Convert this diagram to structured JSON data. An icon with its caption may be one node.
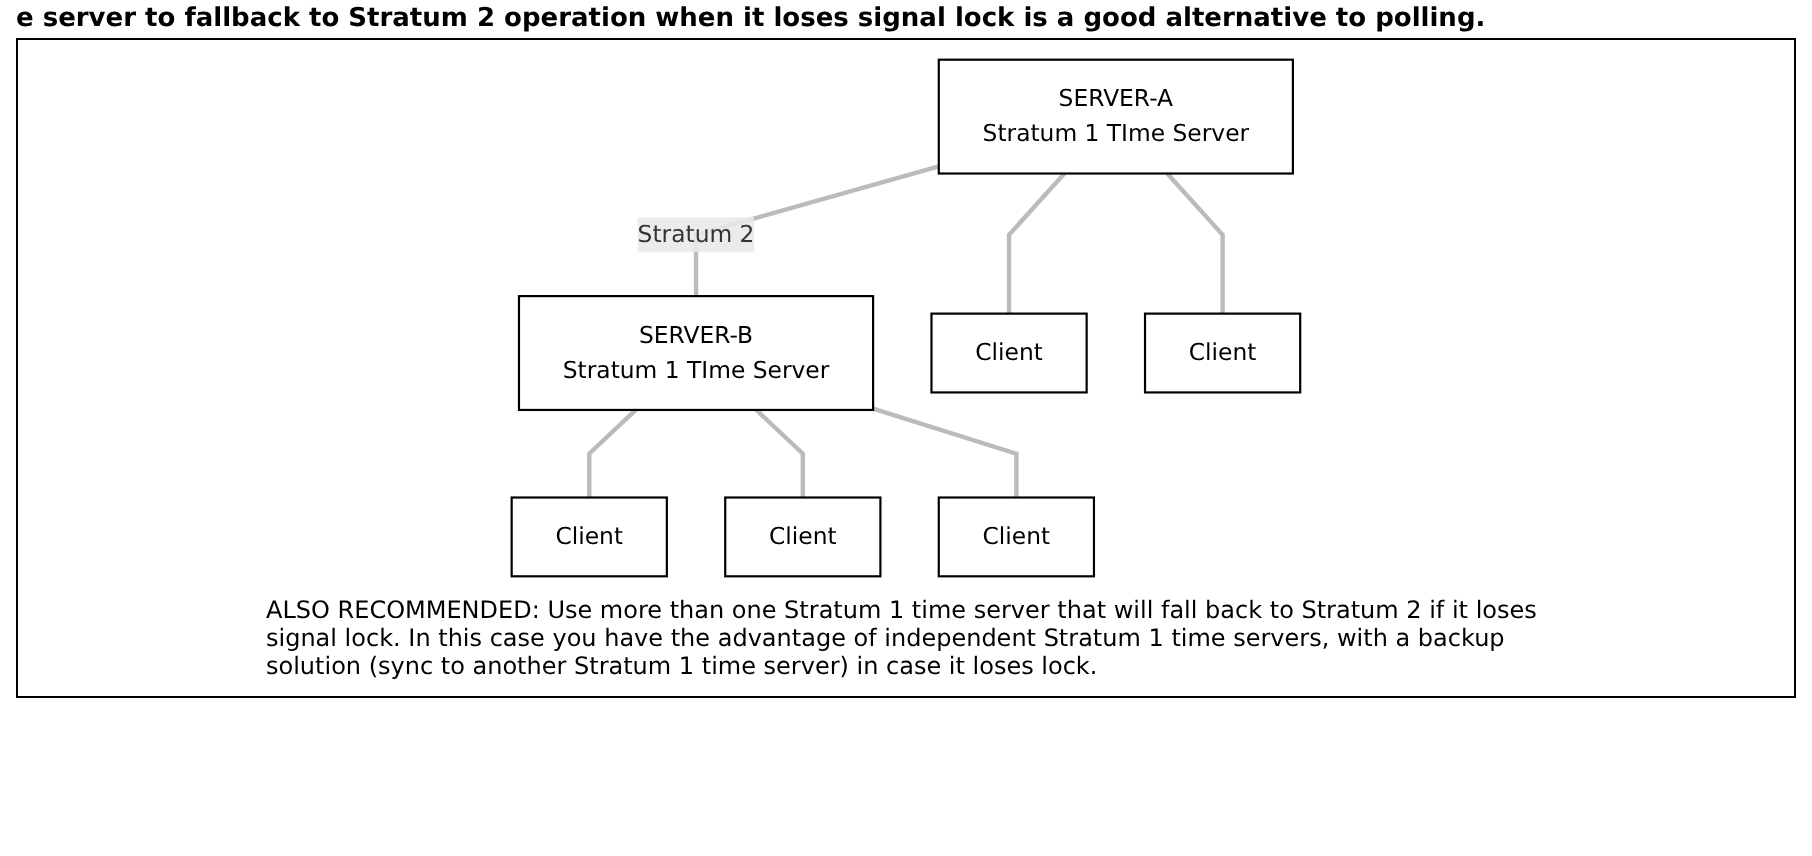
{
  "diagram": {
    "nodes": [
      {
        "text": [
          "SERVER-A",
          "Stratum 1 TIme Server"
        ]
      },
      {
        "text": [
          "SERVER-B",
          "Stratum 1 TIme Server"
        ]
      },
      {
        "text": [
          "Client"
        ]
      },
      {
        "text": [
          "Client"
        ]
      },
      {
        "text": [
          "Client"
        ]
      },
      {
        "text": [
          "Client"
        ]
      },
      {
        "text": [
          "Client"
        ]
      }
    ],
    "edges": [
      {
        "from": 0,
        "to": 1,
        "arrow": "none",
        "label": "Stratum 2"
      },
      {
        "from": 0,
        "to": 2,
        "arrow": "none"
      },
      {
        "from": 0,
        "to": 3,
        "arrow": "none"
      },
      {
        "from": 1,
        "to": 4,
        "arrow": "none"
      },
      {
        "from": 1,
        "to": 5,
        "arrow": "none"
      },
      {
        "from": 1,
        "to": 6,
        "arrow": "none"
      }
    ],
    "labels": [
      "e server to fallback to Stratum 2 operation when it loses signal lock is a good alternative to polling.",
      "ALSO RECOMMENDED:  Use more than one Stratum 1 time server that will fall back to Stratum 2 if it loses signal lock.  In this case you have the advantage of independent Stratum 1 time servers, with a backup solution (sync to another Stratum 1 time server) in case it loses lock."
    ]
  }
}
